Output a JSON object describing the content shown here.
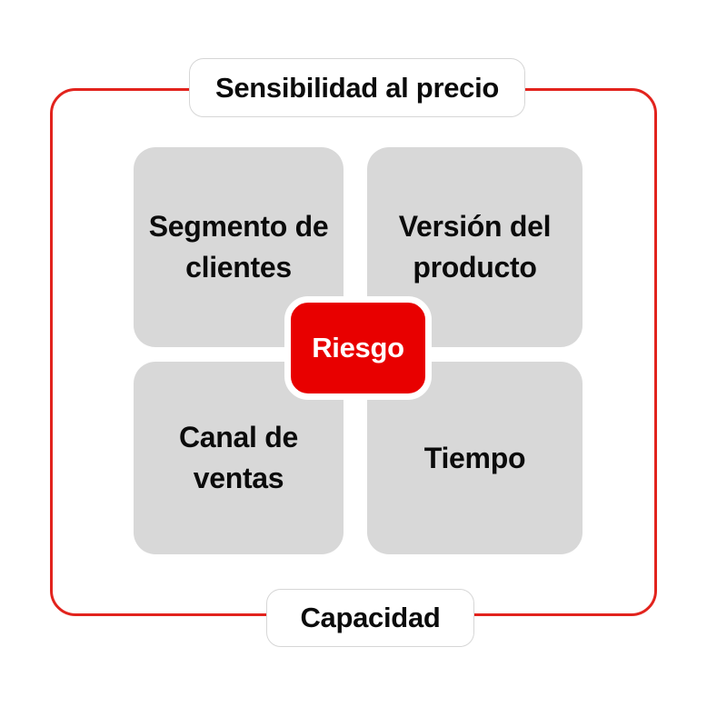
{
  "diagram": {
    "type": "quadrant-diagram",
    "axis_labels": {
      "top": "Sensibilidad al precio",
      "bottom": "Capacidad"
    },
    "center": {
      "label": "Riesgo"
    },
    "quadrants": [
      {
        "position": "top-left",
        "label": "Segmento de clientes"
      },
      {
        "position": "top-right",
        "label": "Versión del producto"
      },
      {
        "position": "bottom-left",
        "label": "Canal de ventas"
      },
      {
        "position": "bottom-right",
        "label": "Tiempo"
      }
    ],
    "colors": {
      "background": "#ffffff",
      "frame_red": "#e2231d",
      "center_red": "#e80000",
      "quadrant_gray": "#d8d8d8",
      "pill_border": "#d6d6d6",
      "text": "#0b0b0b",
      "center_text": "#ffffff"
    }
  }
}
